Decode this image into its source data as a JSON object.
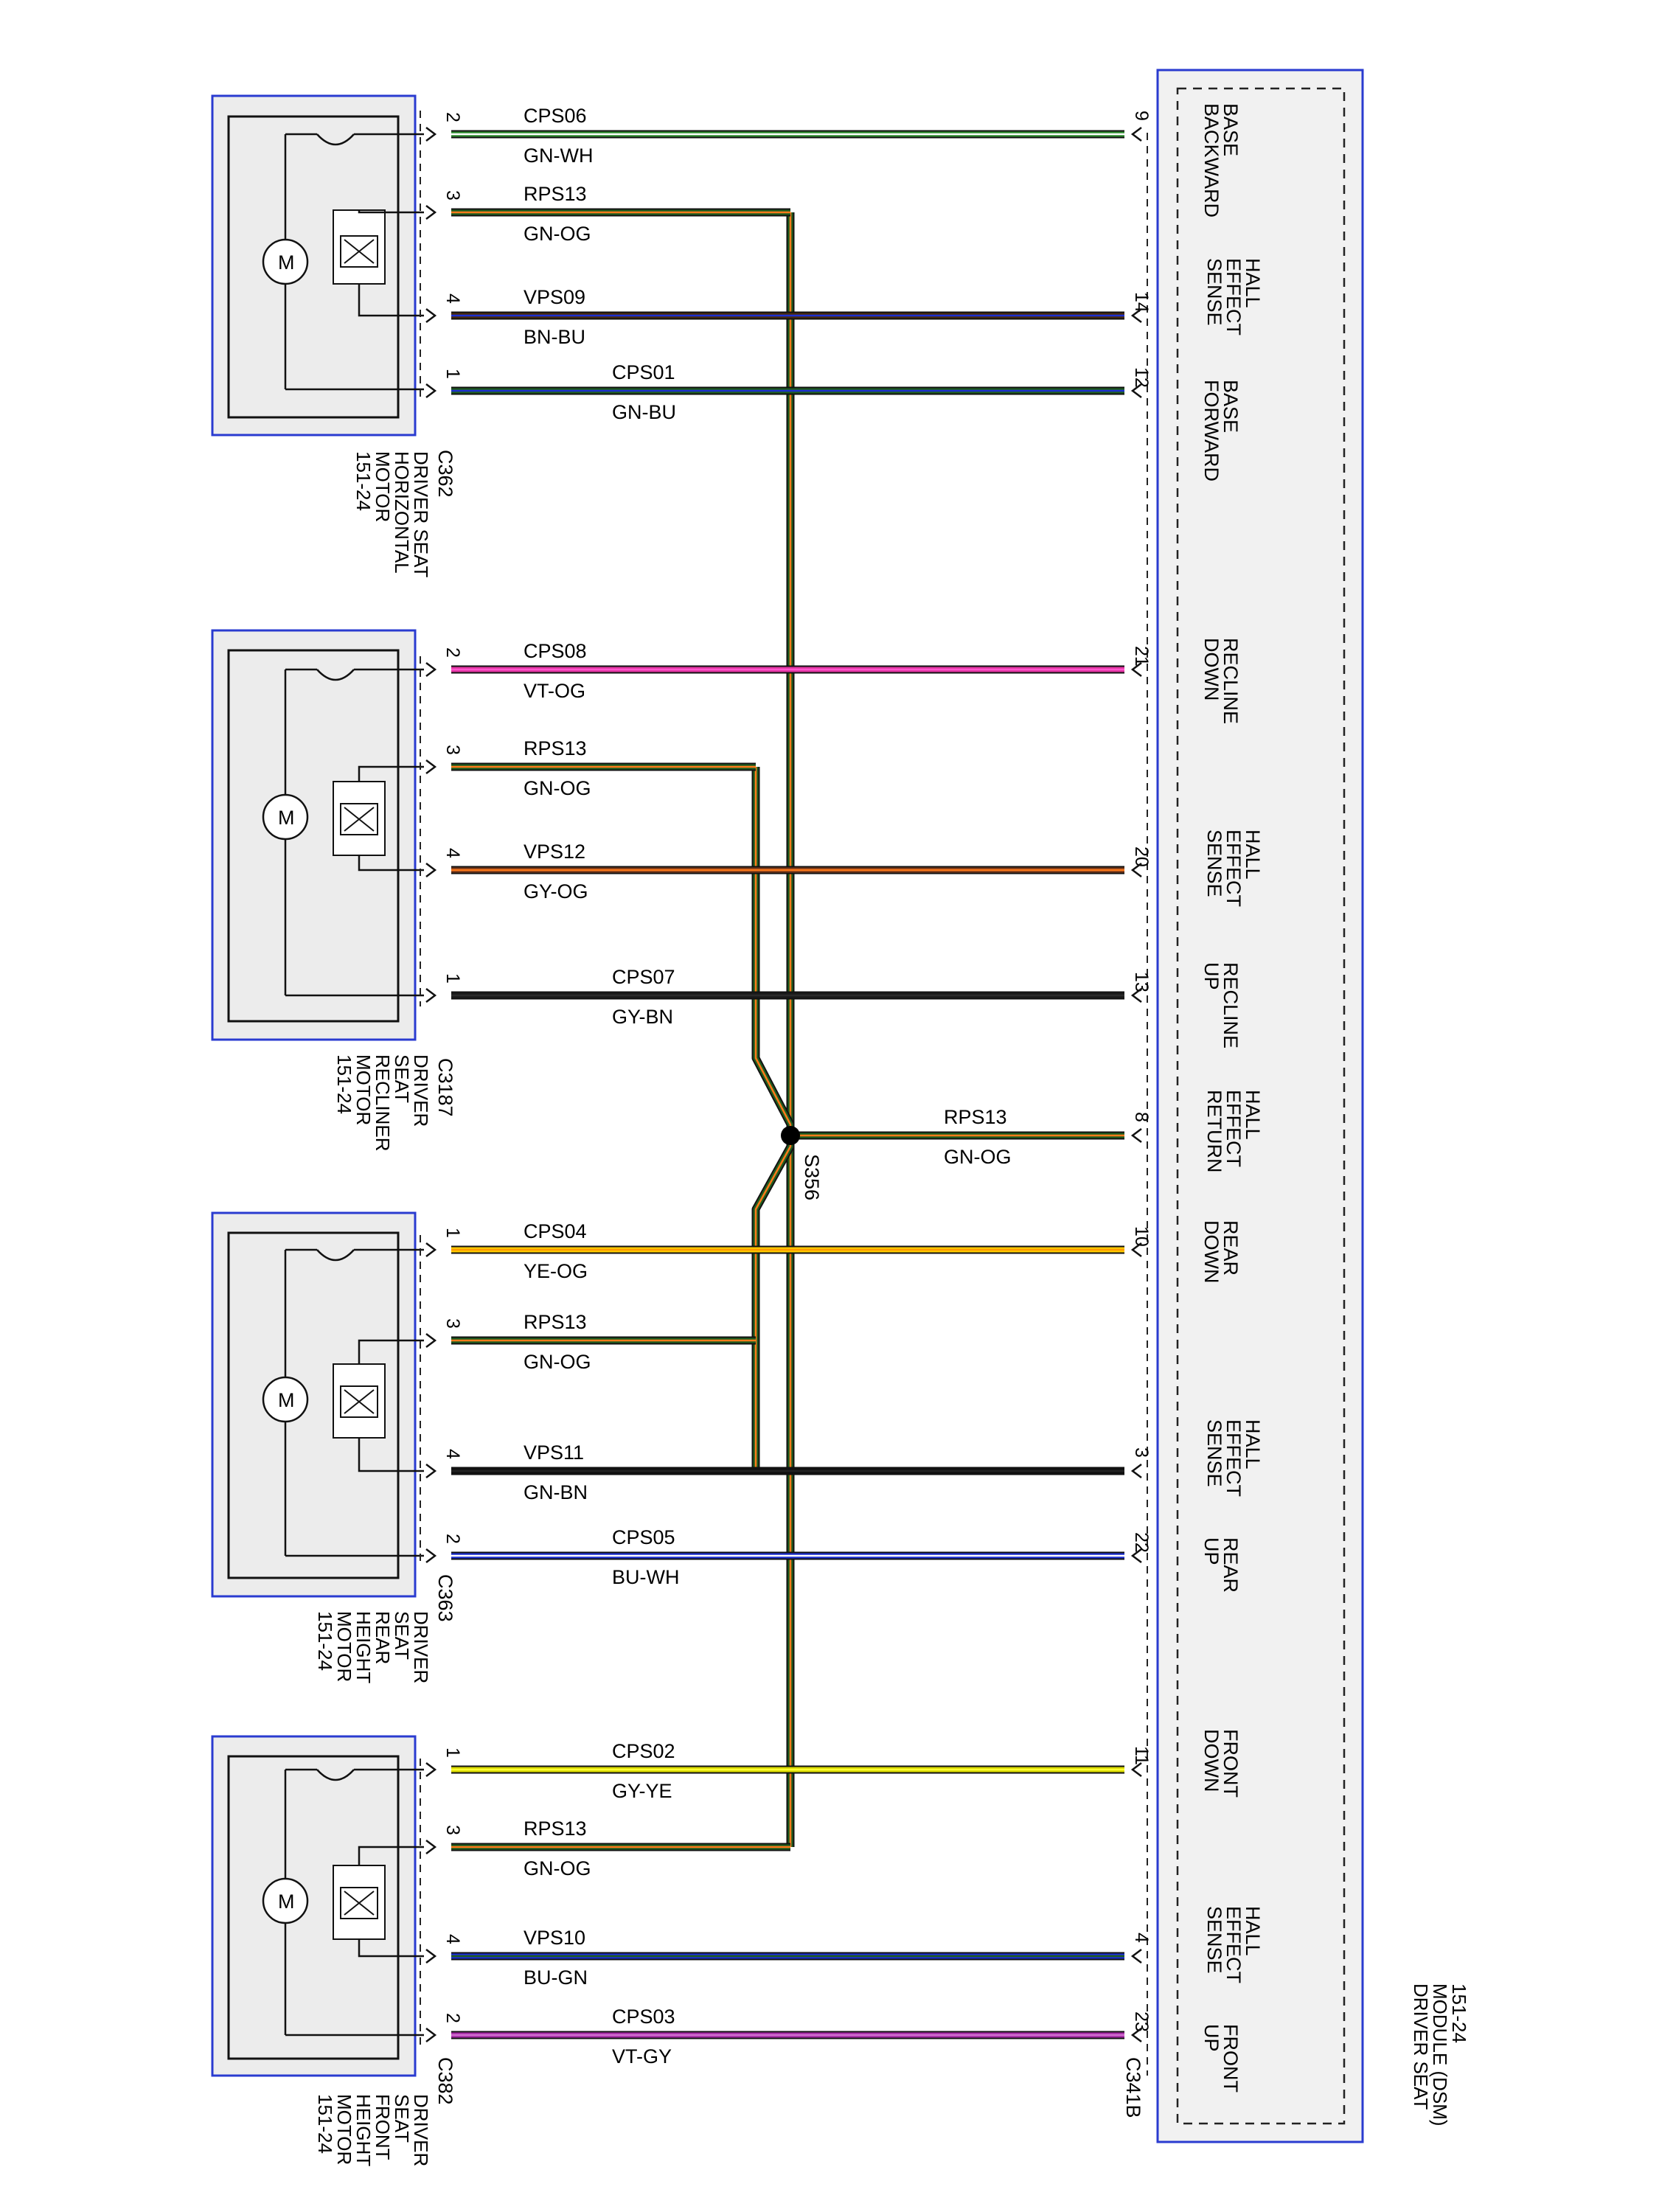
{
  "splice": {
    "id": "S356"
  },
  "module": {
    "title": [
      "DRIVER SEAT",
      "MODULE (DSM)",
      "151-24"
    ],
    "connector": "C341B",
    "functions": [
      {
        "name": "base-backward",
        "lines": [
          "BASE",
          "BACKWARD"
        ]
      },
      {
        "name": "hall-sense-horizontal",
        "lines": [
          "HALL",
          "EFFECT",
          "SENSE"
        ]
      },
      {
        "name": "base-forward",
        "lines": [
          "BASE",
          "FORWARD"
        ]
      },
      {
        "name": "recline-down",
        "lines": [
          "RECLINE",
          "DOWN"
        ]
      },
      {
        "name": "hall-sense-recliner",
        "lines": [
          "HALL",
          "EFFECT",
          "SENSE"
        ]
      },
      {
        "name": "recline-up",
        "lines": [
          "RECLINE",
          "UP"
        ]
      },
      {
        "name": "hall-effect-return",
        "lines": [
          "HALL",
          "EFFECT",
          "RETURN"
        ]
      },
      {
        "name": "rear-down",
        "lines": [
          "REAR",
          "DOWN"
        ]
      },
      {
        "name": "hall-sense-rear",
        "lines": [
          "HALL",
          "EFFECT",
          "SENSE"
        ]
      },
      {
        "name": "rear-up",
        "lines": [
          "REAR",
          "UP"
        ]
      },
      {
        "name": "front-down",
        "lines": [
          "FRONT",
          "DOWN"
        ]
      },
      {
        "name": "hall-sense-front",
        "lines": [
          "HALL",
          "EFFECT",
          "SENSE"
        ]
      },
      {
        "name": "front-up",
        "lines": [
          "FRONT",
          "UP"
        ]
      }
    ]
  },
  "motors": [
    {
      "name": "horizontal",
      "connector": "C362",
      "title": [
        "DRIVER SEAT",
        "HORIZONTAL",
        "MOTOR",
        "151-24"
      ],
      "motor_symbol": "M"
    },
    {
      "name": "recliner",
      "connector": "C3187",
      "title": [
        "DRIVER",
        "SEAT",
        "RECLINER",
        "MOTOR",
        "151-24"
      ],
      "motor_symbol": "M"
    },
    {
      "name": "rear-height",
      "connector": "C363",
      "title": [
        "DRIVER",
        "SEAT",
        "REAR",
        "HEIGHT",
        "MOTOR",
        "151-24"
      ],
      "motor_symbol": "M"
    },
    {
      "name": "front-height",
      "connector": "C382",
      "title": [
        "DRIVER",
        "SEAT",
        "FRONT",
        "HEIGHT",
        "MOTOR",
        "151-24"
      ],
      "motor_symbol": "M"
    }
  ],
  "wires": [
    {
      "circuit": "CPS06",
      "color": "GN-WH",
      "motor_pin": "2",
      "module_pin": "9",
      "base": "#2e8b2e",
      "stripe": "#ffffff"
    },
    {
      "circuit": "RPS13",
      "color": "GN-OG",
      "motor_pin": "3",
      "module_pin": "",
      "base": "#1f5e1f",
      "stripe": "#ff7a1a"
    },
    {
      "circuit": "VPS09",
      "color": "BN-BU",
      "motor_pin": "4",
      "module_pin": "14",
      "base": "#4a2a10",
      "stripe": "#1c2fd0"
    },
    {
      "circuit": "CPS01",
      "color": "GN-BU",
      "motor_pin": "1",
      "module_pin": "12",
      "base": "#1f5e1f",
      "stripe": "#1c2fd0"
    },
    {
      "circuit": "CPS08",
      "color": "VT-OG",
      "motor_pin": "2",
      "module_pin": "21",
      "base": "#e033a0",
      "stripe": "#ff55cc"
    },
    {
      "circuit": "RPS13",
      "color": "GN-OG",
      "motor_pin": "3",
      "module_pin": "",
      "base": "#1f5e1f",
      "stripe": "#ff7a1a"
    },
    {
      "circuit": "VPS12",
      "color": "GY-OG",
      "motor_pin": "4",
      "module_pin": "20",
      "base": "#7a3a1a",
      "stripe": "#ff7a1a"
    },
    {
      "circuit": "CPS07",
      "color": "GY-BN",
      "motor_pin": "1",
      "module_pin": "13",
      "base": "#1a1a1a",
      "stripe": "#2a2a2a"
    },
    {
      "circuit": "RPS13",
      "color": "GN-OG",
      "motor_pin": "",
      "module_pin": "8",
      "base": "#1f5e1f",
      "stripe": "#ff7a1a"
    },
    {
      "circuit": "CPS04",
      "color": "YE-OG",
      "motor_pin": "1",
      "module_pin": "10",
      "base": "#ffcc00",
      "stripe": "#ff9900"
    },
    {
      "circuit": "RPS13",
      "color": "GN-OG",
      "motor_pin": "3",
      "module_pin": "",
      "base": "#1f5e1f",
      "stripe": "#ff7a1a"
    },
    {
      "circuit": "VPS11",
      "color": "GN-BN",
      "motor_pin": "4",
      "module_pin": "3",
      "base": "#111111",
      "stripe": "#222222"
    },
    {
      "circuit": "CPS05",
      "color": "BU-WH",
      "motor_pin": "2",
      "module_pin": "22",
      "base": "#1c2fd0",
      "stripe": "#ffffff"
    },
    {
      "circuit": "CPS02",
      "color": "GY-YE",
      "motor_pin": "1",
      "module_pin": "11",
      "base": "#d8d800",
      "stripe": "#ffff33"
    },
    {
      "circuit": "RPS13",
      "color": "GN-OG",
      "motor_pin": "3",
      "module_pin": "",
      "base": "#1f5e1f",
      "stripe": "#ff7a1a"
    },
    {
      "circuit": "VPS10",
      "color": "BU-GN",
      "motor_pin": "4",
      "module_pin": "4",
      "base": "#1c2fd0",
      "stripe": "#1f5e1f"
    },
    {
      "circuit": "CPS03",
      "color": "VT-GY",
      "motor_pin": "2",
      "module_pin": "23",
      "base": "#a52aa5",
      "stripe": "#d070d0"
    }
  ]
}
